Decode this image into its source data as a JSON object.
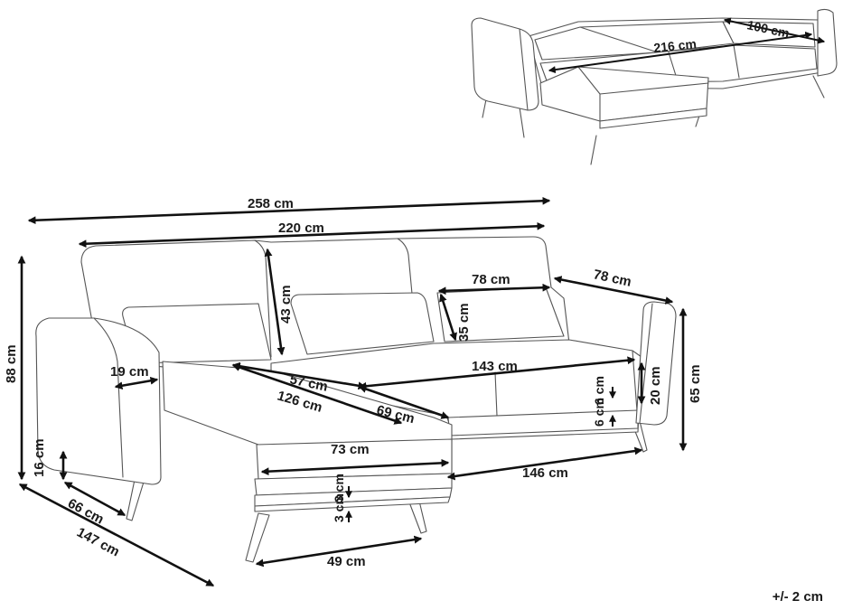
{
  "dimensions": {
    "thumb_depth": "100 cm",
    "thumb_bed_length": "216 cm",
    "total_width": "258 cm",
    "inner_width": "220 cm",
    "total_height": "88 cm",
    "back_height": "43 cm",
    "cushion_depth_left": "78 cm",
    "cushion_height": "35 cm",
    "side_depth": "78 cm",
    "armrest_height": "65 cm",
    "arm_width": "19 cm",
    "chaise_inner_depth": "57 cm",
    "chaise_length": "126 cm",
    "chaise_width": "69 cm",
    "seat_width": "143 cm",
    "seat_to_arm": "20 cm",
    "frame_gap": "6 cm",
    "chaise_seat_width": "73 cm",
    "sofa_depth": "146 cm",
    "leg_height": "16 cm",
    "frame_gap_chaise": "3 cm",
    "arm_depth": "66 cm",
    "chaise_total_depth": "147 cm",
    "chaise_leg_span": "49 cm"
  },
  "tolerance": "+/- 2 cm"
}
